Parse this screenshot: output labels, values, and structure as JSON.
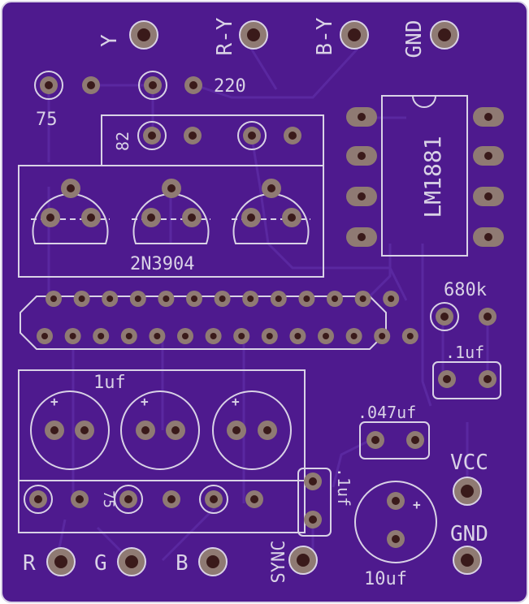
{
  "board": {
    "colors": {
      "substrate": "#4e1a8e",
      "copper_trace": "#5a28a0",
      "silkscreen": "#d9d2e6",
      "pad_copper": "#8f7a73",
      "pad_hole": "#3a1a1a"
    }
  },
  "labels": {
    "y_out": "Y",
    "ry_out": "R-Y",
    "by_out": "B-Y",
    "gnd_top": "GND",
    "r220": "220",
    "r75_top": "75",
    "r82": "82",
    "transistors": "2N3904",
    "ic": "LM1881",
    "r680k": "680k",
    "c01uf": ".1uf",
    "c047uf": ".047uf",
    "cap_1uf": "1uf",
    "r75_bottom": "75",
    "vcc": "VCC",
    "gnd_bottom": "GND",
    "c1uf_vert": ".1uf",
    "c10uf": "10uf",
    "sync": "SYNC",
    "r_out": "R",
    "g_out": "G",
    "b_out": "B",
    "plus": "+"
  }
}
